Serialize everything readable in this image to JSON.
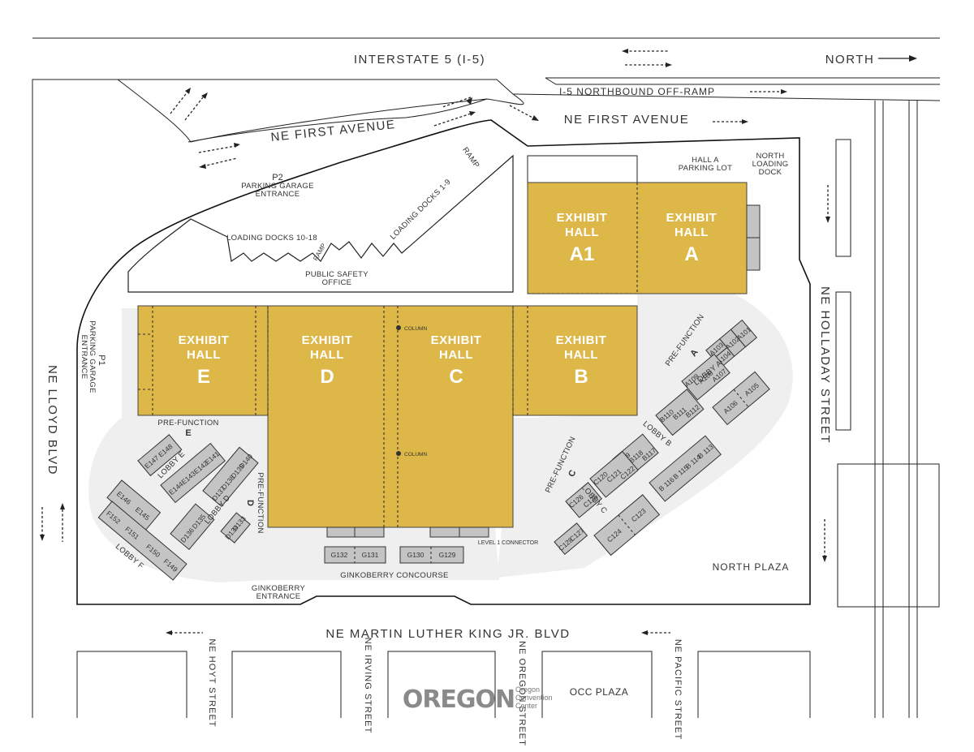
{
  "streets": {
    "interstate": "INTERSTATE 5 (I-5)",
    "north": "NORTH",
    "offramp": "I-5 NORTHBOUND OFF-RAMP",
    "first_ave": "NE FIRST AVENUE",
    "first_ave_2": "NE FIRST AVENUE",
    "holladay": "NE HOLLADAY STREET",
    "lloyd": "NE LLOYD BLVD",
    "mlk": "NE MARTIN LUTHER KING JR. BLVD",
    "hoyt": "NE HOYT STREET",
    "irving": "NE IRVING STREET",
    "oregon": "NE OREGON STREET",
    "pacific": "NE PACIFIC STREET",
    "occ_plaza": "OCC PLAZA"
  },
  "labels": {
    "p2": "P2",
    "p2_sub1": "PARKING GARAGE",
    "p2_sub2": "ENTRANCE",
    "p1": "P1",
    "p1_sub1": "PARKING GARAGE",
    "p1_sub2": "ENTRANCE",
    "ramp": "RAMP",
    "ramp2": "RAMP",
    "docks_1_9": "LOADING DOCKS 1-9",
    "docks_10_18": "LOADING DOCKS 10-18",
    "public_safety_1": "PUBLIC SAFETY",
    "public_safety_2": "OFFICE",
    "hall_a_lot_1": "HALL A",
    "hall_a_lot_2": "PARKING LOT",
    "north_dock_1": "NORTH",
    "north_dock_2": "LOADING",
    "north_dock_3": "DOCK",
    "north_plaza": "NORTH PLAZA",
    "ginkoberry_concourse": "GINKOBERRY CONCOURSE",
    "ginkoberry_entrance_1": "GINKOBERRY",
    "ginkoberry_entrance_2": "ENTRANCE",
    "level1_connector": "LEVEL 1 CONNECTOR",
    "column": "COLUMN",
    "column2": "COLUMN",
    "prefunction_e": "PRE-FUNCTION",
    "prefunction_d": "PRE-FUNCTION",
    "prefunction_c": "PRE-FUNCTION",
    "prefunction_a": "PRE-FUNCTION",
    "letter_e": "E",
    "letter_d": "D",
    "letter_c": "C",
    "letter_a": "A",
    "lobby_a": "LOBBY A",
    "lobby_b": "LOBBY B",
    "lobby_c": "LOBBY C",
    "lobby_d": "LOBBY D",
    "lobby_e": "LOBBY E",
    "lobby_f": "LOBBY F"
  },
  "halls": [
    {
      "word1": "EXHIBIT",
      "word2": "HALL",
      "letter": "A1"
    },
    {
      "word1": "EXHIBIT",
      "word2": "HALL",
      "letter": "A"
    },
    {
      "word1": "EXHIBIT",
      "word2": "HALL",
      "letter": "E"
    },
    {
      "word1": "EXHIBIT",
      "word2": "HALL",
      "letter": "D"
    },
    {
      "word1": "EXHIBIT",
      "word2": "HALL",
      "letter": "C"
    },
    {
      "word1": "EXHIBIT",
      "word2": "HALL",
      "letter": "B"
    }
  ],
  "rooms": {
    "a103": "A103",
    "a104": "A104",
    "a102": "A102",
    "a101": "A101",
    "a109": "A109",
    "a108": "A108",
    "a107": "A107",
    "a106": "A106",
    "a105": "A105",
    "b110": "B110",
    "b111": "B111",
    "b112": "B112",
    "b113": "B 113",
    "b114": "B 114",
    "b115": "B 115",
    "b116": "B 116",
    "b117": "B117",
    "b118": "B118",
    "b119": "B119",
    "c120": "C120",
    "c121": "C121",
    "c122": "C122",
    "c123": "C123",
    "c124": "C124",
    "c125": "C125",
    "c126": "C126",
    "c127": "C127",
    "c128": "C128",
    "d133": "D133",
    "d134": "D134",
    "d135": "D135",
    "d136": "D136",
    "d137": "D137",
    "d138": "D138",
    "d139": "D139",
    "d140": "D140",
    "e141": "E141",
    "e142": "E142",
    "e143": "E143",
    "e144": "E144",
    "e145": "E145",
    "e146": "E146",
    "e147": "E147",
    "e148": "E148",
    "f149": "F149",
    "f150": "F150",
    "f151": "F151",
    "f152": "F152",
    "g129": "G129",
    "g130": "G130",
    "g131": "G131",
    "g132": "G132"
  },
  "logo": {
    "wordmark": "OREGON",
    "line1": "Oregon",
    "line2": "Convention",
    "line3": "Center"
  },
  "colors": {
    "hall_gold": "#DDB747",
    "room_gray": "#c4c4c4",
    "concourse": "#efefef",
    "line": "#222222"
  }
}
